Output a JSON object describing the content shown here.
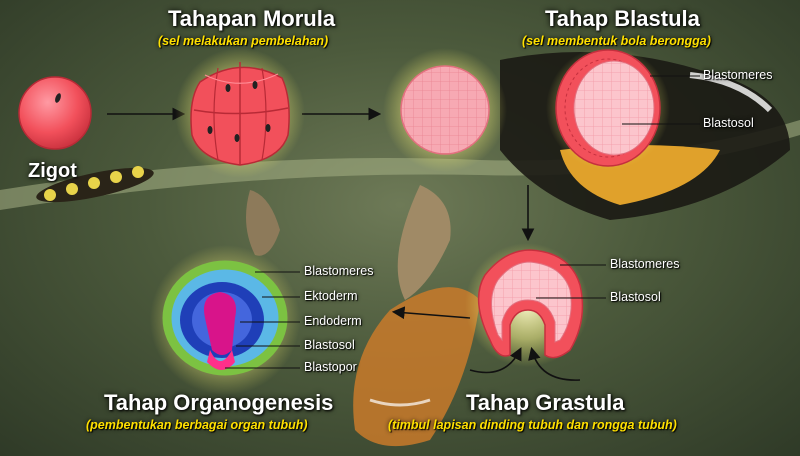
{
  "stages": {
    "zigot": {
      "title": "Zigot"
    },
    "morula": {
      "title": "Tahapan Morula",
      "subtitle": "(sel melakukan pembelahan)"
    },
    "blastula": {
      "title": "Tahap Blastula",
      "subtitle": "(sel membentuk bola berongga)",
      "labels": [
        "Blastomeres",
        "Blastosol"
      ]
    },
    "gastrula": {
      "title": "Tahap Grastula",
      "subtitle": "(timbul lapisan dinding tubuh dan rongga tubuh)",
      "labels": [
        "Blastomeres",
        "Blastosol"
      ]
    },
    "organogenesis": {
      "title": "Tahap Organogenesis",
      "subtitle": "(pembentukan berbagai organ tubuh)",
      "labels": [
        "Blastomeres",
        "Ektoderm",
        "Endoderm",
        "Blastosol",
        "Blastopor"
      ]
    }
  },
  "colors": {
    "cell_red": "#f2505b",
    "cell_pink": "#f7a9b3",
    "ektoderm_green": "#7cc242",
    "blastomere_blue": "#5bb8e6",
    "endoderm_blue": "#1f3fb8",
    "blastopor_pink": "#ff2f8a",
    "title_white": "#ffffff",
    "subtitle_yellow": "#ffe000"
  }
}
